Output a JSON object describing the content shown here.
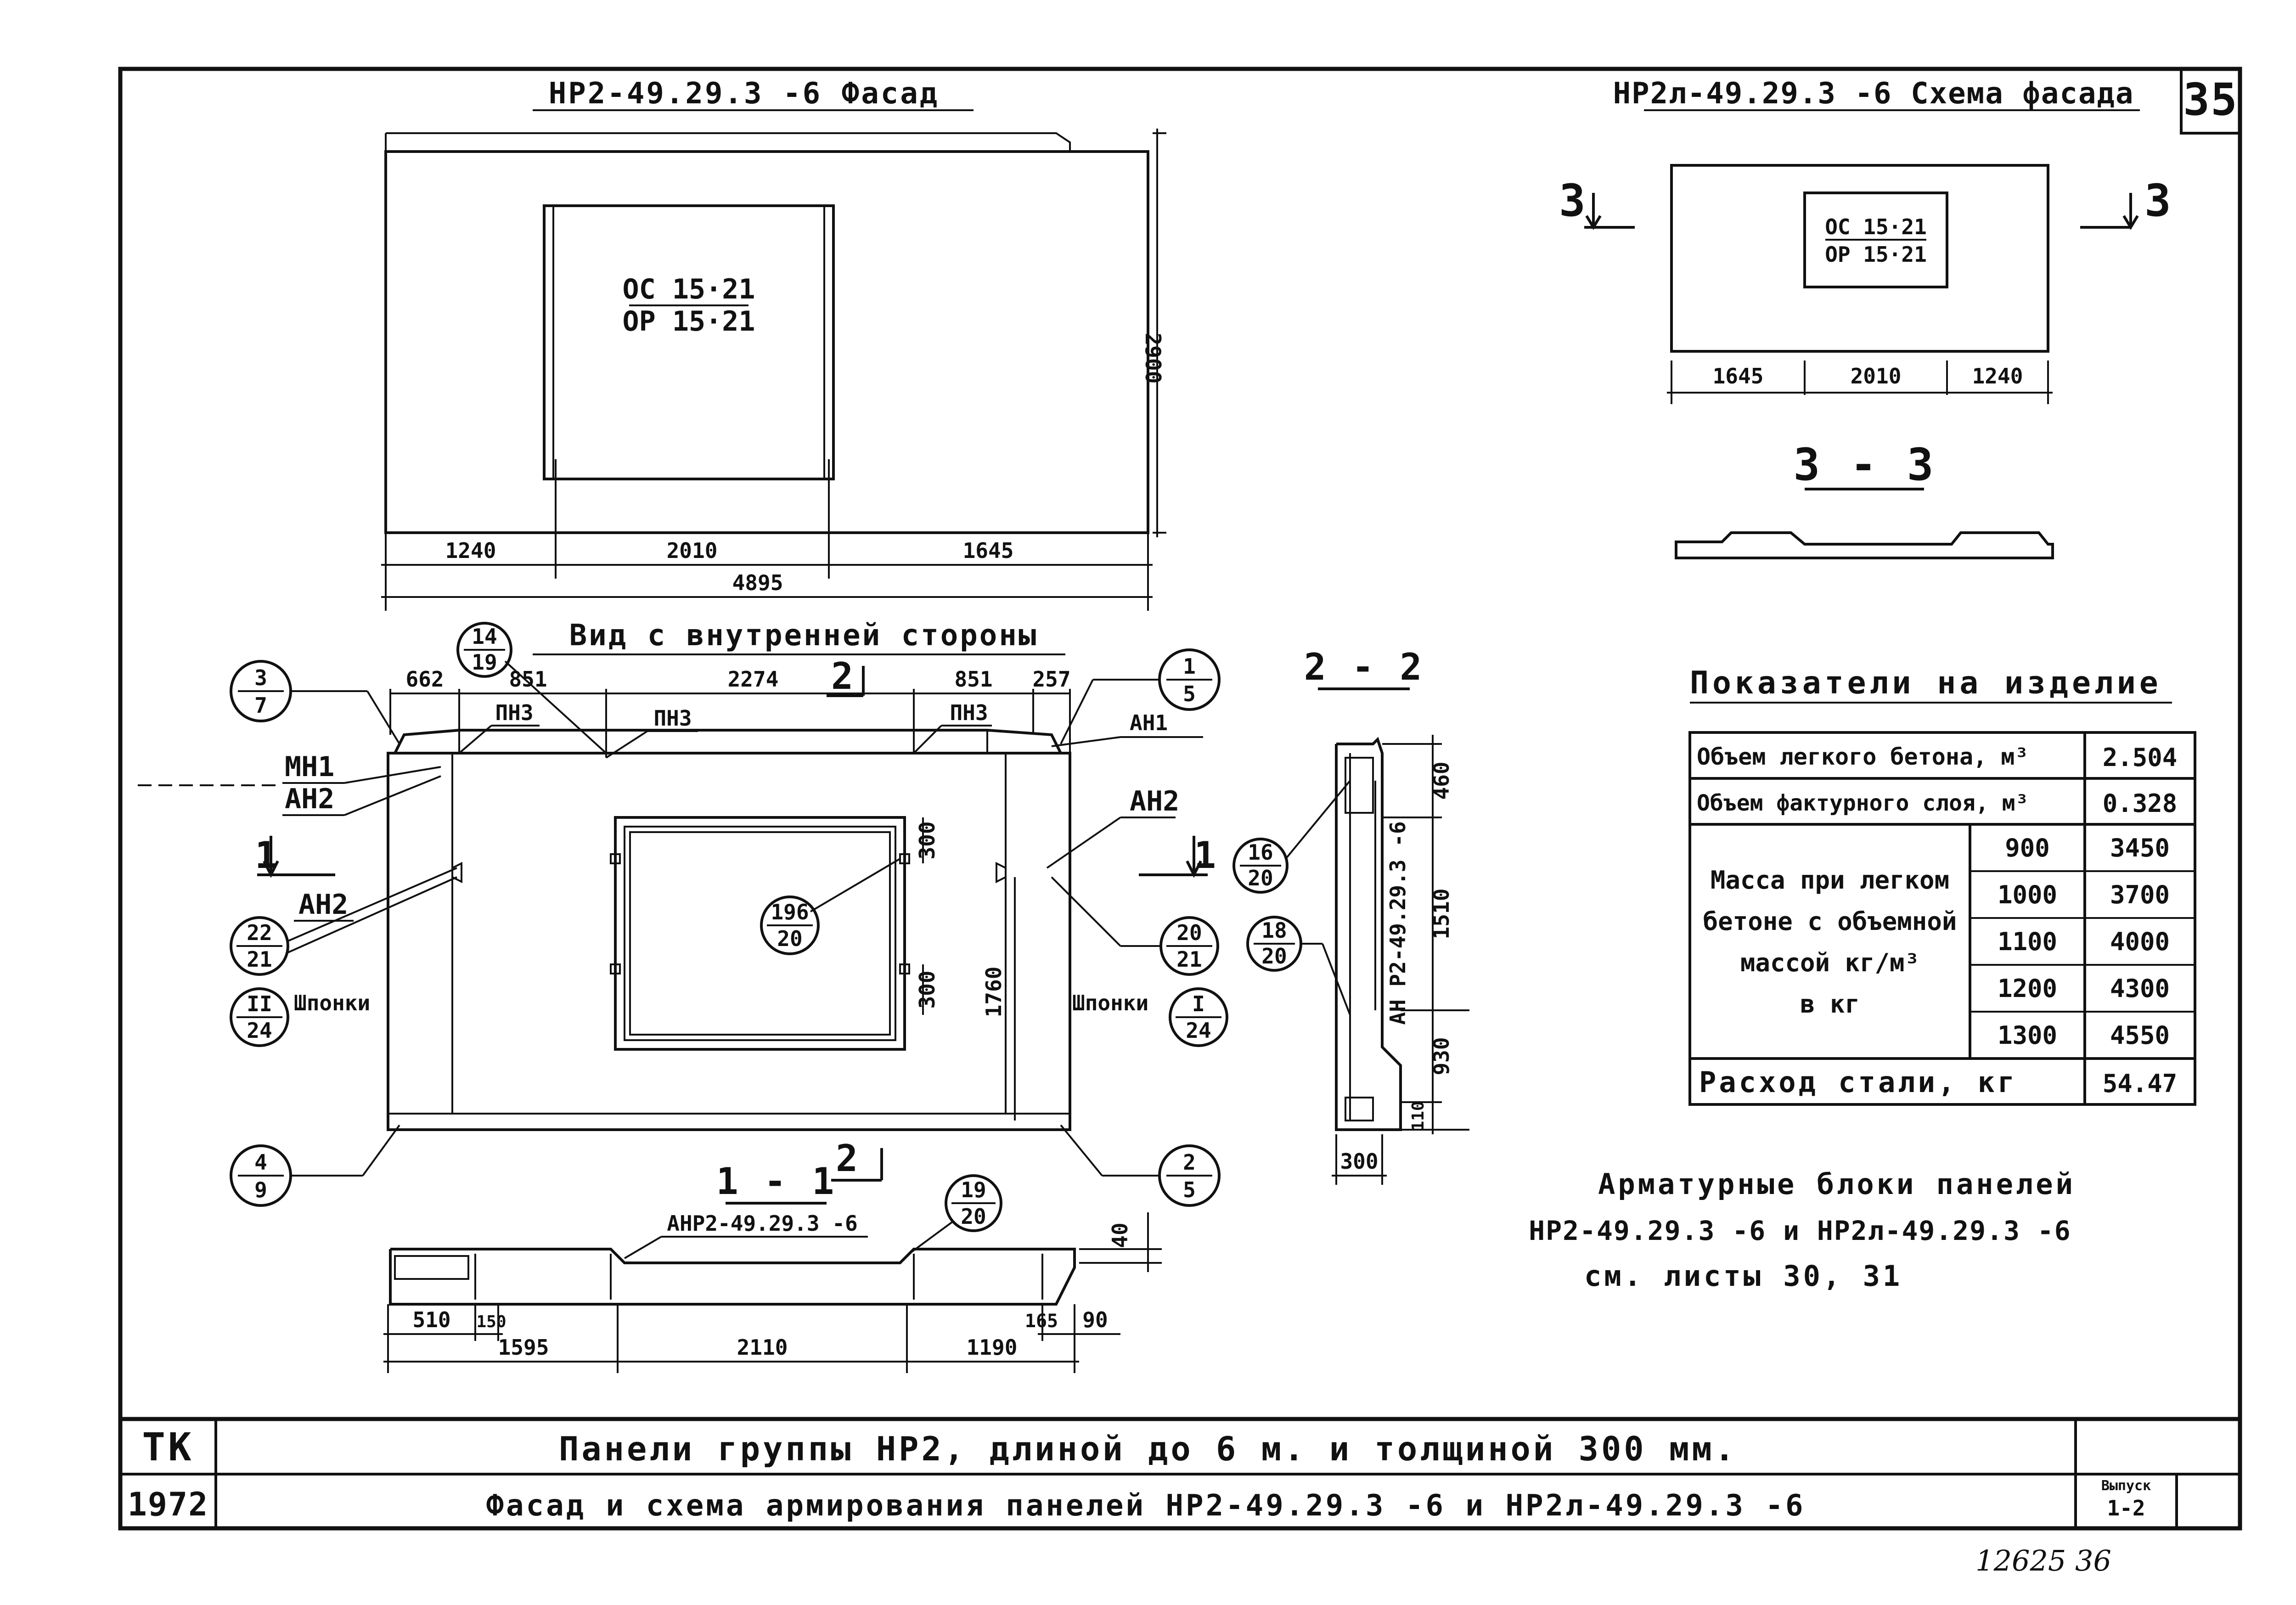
{
  "sheet_number": "35",
  "facade": {
    "title": "НР2-49.29.3 -6 Фасад",
    "window_top": "ОС 15·21",
    "window_bottom": "ОР 15·21",
    "dim_height": "2900",
    "dims_bottom": [
      "1240",
      "2010",
      "1645"
    ],
    "dim_total": "4895"
  },
  "scheme": {
    "title": "НР2л-49.29.3 -6 Схема фасада",
    "window_top": "ОС 15·21",
    "window_bottom": "ОР 15·21",
    "dims": [
      "1645",
      "2010",
      "1240"
    ],
    "cut_mark": "3",
    "section_title": "3 - 3"
  },
  "inner_view": {
    "title": "Вид с внутренней стороны",
    "dims_top": [
      "662",
      "851",
      "2274",
      "851",
      "257"
    ],
    "pn_labels": [
      "ПН3",
      "ПН3",
      "ПН3"
    ],
    "cut_2_label": "2",
    "cut_1_label": "1",
    "labels": {
      "mn1": "МН1",
      "an2_a": "АН2",
      "an2_b": "АН2",
      "an1": "АН1",
      "an2_c": "АН2"
    },
    "shponki_left": "Шпонки",
    "shponki_right": "Шпонки",
    "dim_300_a": "300",
    "dim_300_b": "300",
    "dim_1760": "1760",
    "callouts": {
      "c_3_7": [
        "3",
        "7"
      ],
      "c_14_19": [
        "14",
        "19"
      ],
      "c_1_5": [
        "1",
        "5"
      ],
      "c_22_21": [
        "22",
        "21"
      ],
      "c_II_24": [
        "II",
        "24"
      ],
      "c_196_20": [
        "196",
        "20"
      ],
      "c_20_21": [
        "20",
        "21"
      ],
      "c_I_24": [
        "I",
        "24"
      ],
      "c_4_9": [
        "4",
        "9"
      ],
      "c_2_5": [
        "2",
        "5"
      ]
    }
  },
  "section_2_2": {
    "title": "2 - 2",
    "vertical_label": "АН Р2-49.29.3 -6",
    "dims": [
      "460",
      "1510",
      "930",
      "110"
    ],
    "dim_width": "300",
    "callouts": {
      "c_16_20": [
        "16",
        "20"
      ],
      "c_18_20": [
        "18",
        "20"
      ]
    }
  },
  "section_1_1": {
    "title": "1 - 1",
    "label": "АНР2-49.29.3 -6",
    "dims_top": [
      "510",
      "150",
      "1595",
      "2110",
      "1190",
      "165",
      "90"
    ],
    "dim_40": "40",
    "callout_19_20": [
      "19",
      "20"
    ]
  },
  "indicators": {
    "title": "Показатели на изделие",
    "rows": [
      {
        "label": "Объем легкого бетона, м³",
        "value": "2.504"
      },
      {
        "label": "Объем фактурного слоя, м³",
        "value": "0.328"
      }
    ],
    "mass_label": [
      "Масса при легком",
      "бетоне с объемной",
      "массой кг/м³",
      "в кг"
    ],
    "mass_rows": [
      {
        "density": "900",
        "value": "3450"
      },
      {
        "density": "1000",
        "value": "3700"
      },
      {
        "density": "1100",
        "value": "4000"
      },
      {
        "density": "1200",
        "value": "4300"
      },
      {
        "density": "1300",
        "value": "4550"
      }
    ],
    "steel": {
      "label": "Расход стали, кг",
      "value": "54.47"
    }
  },
  "note": [
    "Арматурные блоки панелей",
    "НР2-49.29.3 -6 и НР2л-49.29.3 -6",
    "см. листы 30, 31"
  ],
  "stamp": {
    "org": "ТК",
    "year": "1972",
    "line1": "Панели группы НР2, длиной до 6 м. и толщиной 300 мм.",
    "line2": "Фасад и схема армирования панелей НР2-49.29.3 -6 и НР2л-49.29.3 -6",
    "issue_label": "Выпуск",
    "issue_value": "1-2"
  },
  "handwritten": "12625 36"
}
